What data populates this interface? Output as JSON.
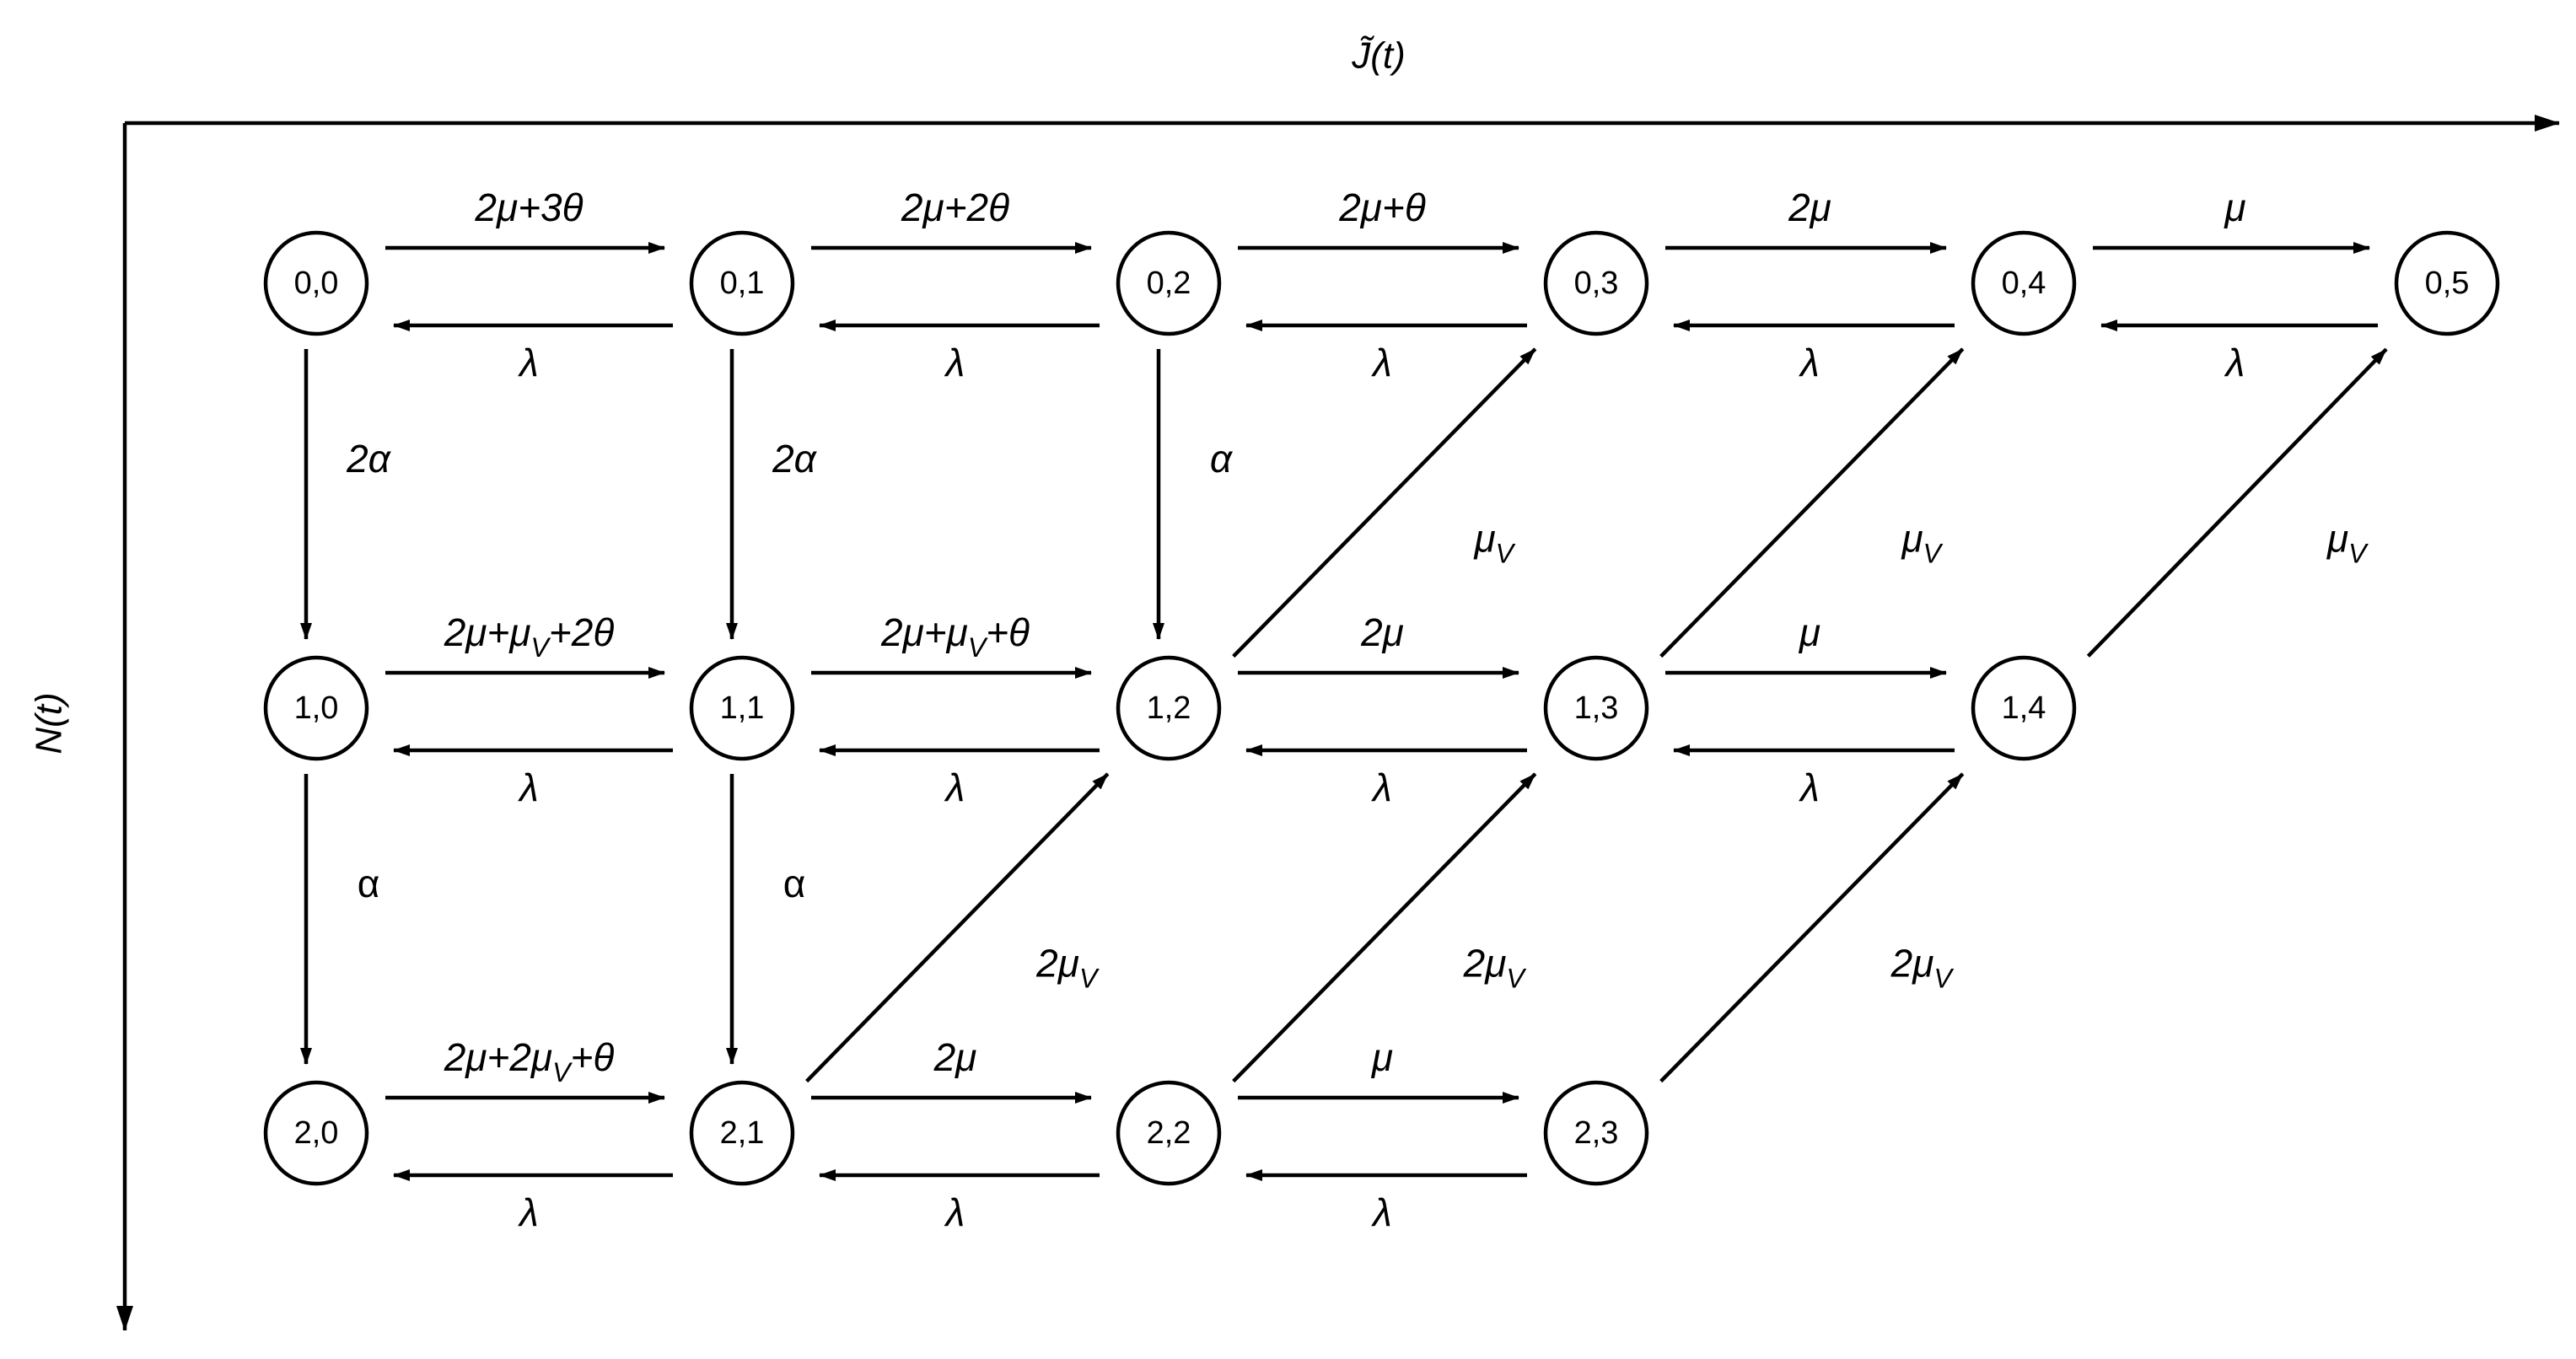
{
  "axes": {
    "x_label": "J̃(t)",
    "y_label": "N(t)"
  },
  "nodes": [
    {
      "id": "0,0",
      "label": "0,0"
    },
    {
      "id": "0,1",
      "label": "0,1"
    },
    {
      "id": "0,2",
      "label": "0,2"
    },
    {
      "id": "0,3",
      "label": "0,3"
    },
    {
      "id": "0,4",
      "label": "0,4"
    },
    {
      "id": "0,5",
      "label": "0,5"
    },
    {
      "id": "1,0",
      "label": "1,0"
    },
    {
      "id": "1,1",
      "label": "1,1"
    },
    {
      "id": "1,2",
      "label": "1,2"
    },
    {
      "id": "1,3",
      "label": "1,3"
    },
    {
      "id": "1,4",
      "label": "1,4"
    },
    {
      "id": "2,0",
      "label": "2,0"
    },
    {
      "id": "2,1",
      "label": "2,1"
    },
    {
      "id": "2,2",
      "label": "2,2"
    },
    {
      "id": "2,3",
      "label": "2,3"
    }
  ],
  "edges": [
    {
      "from": "0,0",
      "to": "0,1",
      "label": [
        {
          "t": "2μ+3θ"
        }
      ]
    },
    {
      "from": "0,1",
      "to": "0,0",
      "label": [
        {
          "t": "λ"
        }
      ]
    },
    {
      "from": "0,1",
      "to": "0,2",
      "label": [
        {
          "t": "2μ+2θ"
        }
      ]
    },
    {
      "from": "0,2",
      "to": "0,1",
      "label": [
        {
          "t": "λ"
        }
      ]
    },
    {
      "from": "0,2",
      "to": "0,3",
      "label": [
        {
          "t": "2μ+θ"
        }
      ]
    },
    {
      "from": "0,3",
      "to": "0,2",
      "label": [
        {
          "t": "λ"
        }
      ]
    },
    {
      "from": "0,3",
      "to": "0,4",
      "label": [
        {
          "t": "2μ"
        }
      ]
    },
    {
      "from": "0,4",
      "to": "0,3",
      "label": [
        {
          "t": "λ"
        }
      ]
    },
    {
      "from": "0,4",
      "to": "0,5",
      "label": [
        {
          "t": "μ"
        }
      ]
    },
    {
      "from": "0,5",
      "to": "0,4",
      "label": [
        {
          "t": "λ"
        }
      ]
    },
    {
      "from": "1,0",
      "to": "1,1",
      "label": [
        {
          "t": "2μ+μ"
        },
        {
          "t": "V",
          "sub": true
        },
        {
          "t": "+2θ"
        }
      ]
    },
    {
      "from": "1,1",
      "to": "1,0",
      "label": [
        {
          "t": "λ"
        }
      ]
    },
    {
      "from": "1,1",
      "to": "1,2",
      "label": [
        {
          "t": "2μ+μ"
        },
        {
          "t": "V",
          "sub": true
        },
        {
          "t": "+θ"
        }
      ]
    },
    {
      "from": "1,2",
      "to": "1,1",
      "label": [
        {
          "t": "λ"
        }
      ]
    },
    {
      "from": "1,2",
      "to": "1,3",
      "label": [
        {
          "t": "2μ"
        }
      ]
    },
    {
      "from": "1,3",
      "to": "1,2",
      "label": [
        {
          "t": "λ"
        }
      ]
    },
    {
      "from": "1,3",
      "to": "1,4",
      "label": [
        {
          "t": "μ"
        }
      ]
    },
    {
      "from": "1,4",
      "to": "1,3",
      "label": [
        {
          "t": "λ"
        }
      ]
    },
    {
      "from": "2,0",
      "to": "2,1",
      "label": [
        {
          "t": "2μ+2μ"
        },
        {
          "t": "V",
          "sub": true
        },
        {
          "t": "+θ"
        }
      ]
    },
    {
      "from": "2,1",
      "to": "2,0",
      "label": [
        {
          "t": "λ"
        }
      ]
    },
    {
      "from": "2,1",
      "to": "2,2",
      "label": [
        {
          "t": "2μ"
        }
      ]
    },
    {
      "from": "2,2",
      "to": "2,1",
      "label": [
        {
          "t": "λ"
        }
      ]
    },
    {
      "from": "2,2",
      "to": "2,3",
      "label": [
        {
          "t": "μ"
        }
      ]
    },
    {
      "from": "2,3",
      "to": "2,2",
      "label": [
        {
          "t": "λ"
        }
      ]
    },
    {
      "from": "0,0",
      "to": "1,0",
      "label": [
        {
          "t": "2α"
        }
      ]
    },
    {
      "from": "0,1",
      "to": "1,1",
      "label": [
        {
          "t": "2α"
        }
      ]
    },
    {
      "from": "0,2",
      "to": "1,2",
      "label": [
        {
          "t": "α"
        }
      ]
    },
    {
      "from": "1,0",
      "to": "2,0",
      "label": [
        {
          "t": "α"
        }
      ],
      "upright": true
    },
    {
      "from": "1,1",
      "to": "2,1",
      "label": [
        {
          "t": "α"
        }
      ],
      "upright": true
    },
    {
      "from": "1,2",
      "to": "0,3",
      "label": [
        {
          "t": "μ"
        },
        {
          "t": "V",
          "sub": true
        }
      ]
    },
    {
      "from": "1,3",
      "to": "0,4",
      "label": [
        {
          "t": "μ"
        },
        {
          "t": "V",
          "sub": true
        }
      ]
    },
    {
      "from": "1,4",
      "to": "0,5",
      "label": [
        {
          "t": "μ"
        },
        {
          "t": "V",
          "sub": true
        }
      ]
    },
    {
      "from": "2,1",
      "to": "1,2",
      "label": [
        {
          "t": "2μ"
        },
        {
          "t": "V",
          "sub": true
        }
      ]
    },
    {
      "from": "2,2",
      "to": "1,3",
      "label": [
        {
          "t": "2μ"
        },
        {
          "t": "V",
          "sub": true
        }
      ]
    },
    {
      "from": "2,3",
      "to": "1,4",
      "label": [
        {
          "t": "2μ"
        },
        {
          "t": "V",
          "sub": true
        }
      ]
    }
  ]
}
